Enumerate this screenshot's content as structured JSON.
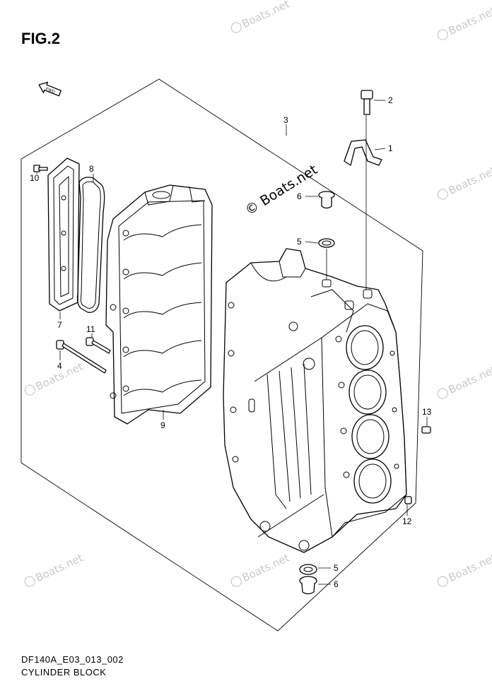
{
  "figure": {
    "title": "FIG.2",
    "code": "DF140A_E03_013_002",
    "name": "CYLINDER BLOCK",
    "fwd_label": "FWD"
  },
  "watermark": {
    "text": "Boats.net",
    "main_text": "© Boats.net"
  },
  "callouts": [
    "1",
    "2",
    "3",
    "4",
    "5",
    "6",
    "7",
    "8",
    "9",
    "10",
    "11",
    "12",
    "13",
    "5",
    "6"
  ]
}
